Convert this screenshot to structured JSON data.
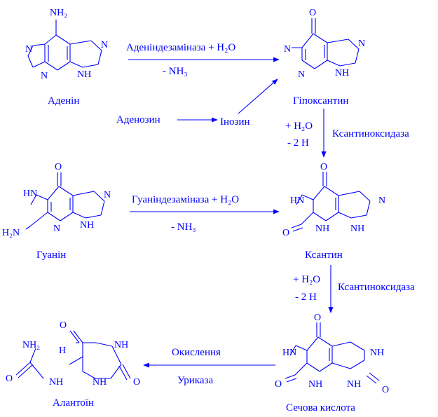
{
  "color": "#0000ff",
  "compounds": {
    "adenine": "Аденін",
    "hypoxanthine": "Гіпоксантин",
    "guanine": "Гуанін",
    "xanthine": "Ксантин",
    "uric_acid": "Сечова кислота",
    "allantoin": "Алантоїн",
    "adenosine": "Аденозин",
    "inosine": "Інозин"
  },
  "reactions": {
    "adenine_deaminase": "Аденіндезаміназа + H₂O",
    "minus_nh3_1": "- NH₃",
    "guanine_deaminase": "Гуаніндезаміназа + H₂O",
    "minus_nh3_2": "- NH₃",
    "plus_h2o_1": "+ H₂O",
    "minus_2h_1": "- 2 H",
    "xanthine_oxidase_1": "Ксантиноксидаза",
    "plus_h2o_2": "+ H₂O",
    "minus_2h_2": "- 2 H",
    "xanthine_oxidase_2": "Ксантиноксидаза",
    "oxidation": "Окислення",
    "uricase": "Уриказа"
  },
  "atoms": {
    "nh2": "NH₂",
    "n": "N",
    "nh": "NH",
    "hn": "HN",
    "h2n": "H₂N",
    "o": "O",
    "h": "H"
  }
}
